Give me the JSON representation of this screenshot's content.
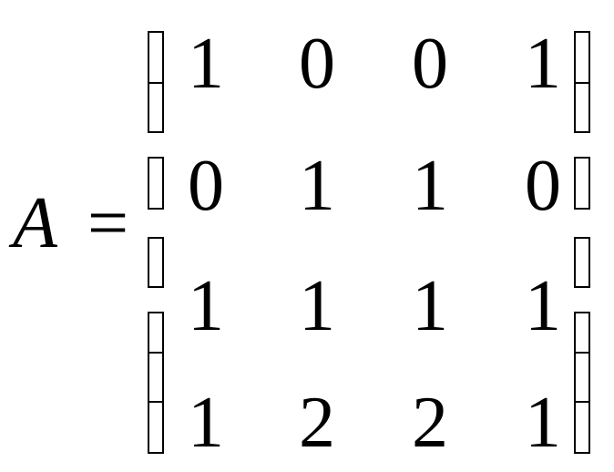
{
  "equation": {
    "lhs_variable": "A",
    "equals": "="
  },
  "matrix": {
    "rows": [
      [
        "1",
        "0",
        "0",
        "1"
      ],
      [
        "0",
        "1",
        "1",
        "0"
      ],
      [
        "1",
        "1",
        "1",
        "1"
      ],
      [
        "1",
        "2",
        "2",
        "1"
      ]
    ]
  }
}
